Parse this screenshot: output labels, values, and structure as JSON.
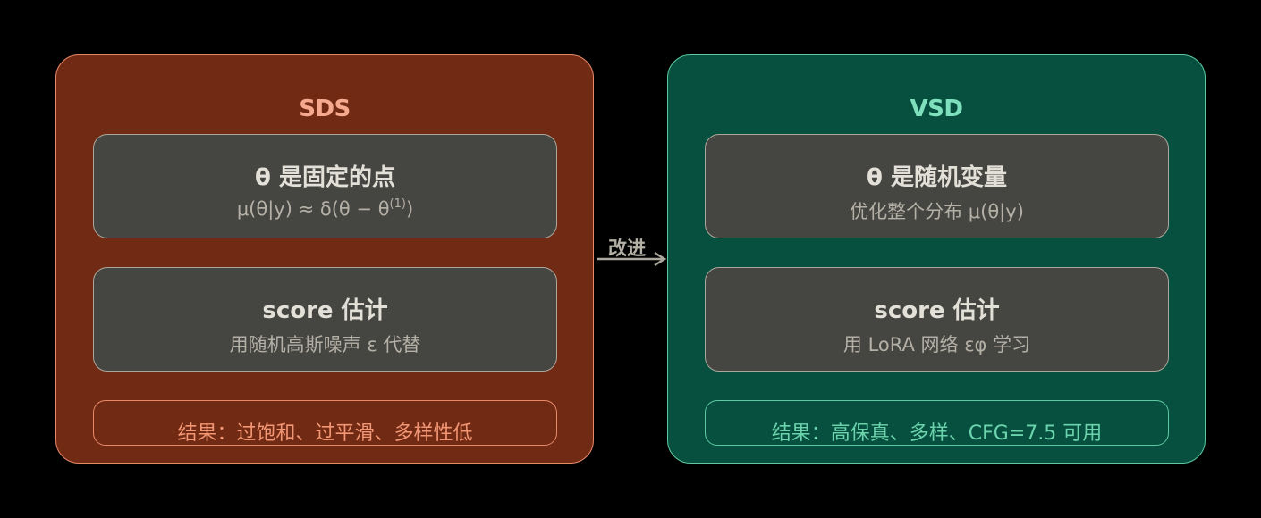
{
  "colors": {
    "background": "#000000",
    "sds_panel_bg": "#712a14",
    "sds_accent": "#e8896a",
    "vsd_panel_bg": "#07503f",
    "vsd_accent": "#5cc9a1",
    "card_bg": "#454541",
    "card_border": "#aba79c"
  },
  "arrow": {
    "label": "改进",
    "icon": "right-arrow-icon"
  },
  "sds": {
    "title": "SDS",
    "card1": {
      "title": "θ 是固定的点",
      "subtitle_main": "μ(θ|y) ≈ δ(θ − θ",
      "subtitle_sup": "(1)",
      "subtitle_end": ")"
    },
    "card2": {
      "title": "score 估计",
      "subtitle": "用随机高斯噪声 ε 代替"
    },
    "result": "结果：过饱和、过平滑、多样性低"
  },
  "vsd": {
    "title": "VSD",
    "card1": {
      "title": "θ 是随机变量",
      "subtitle": "优化整个分布 μ(θ|y)"
    },
    "card2": {
      "title": "score 估计",
      "subtitle": "用 LoRA 网络 εφ 学习"
    },
    "result": "结果：高保真、多样、CFG=7.5 可用"
  }
}
